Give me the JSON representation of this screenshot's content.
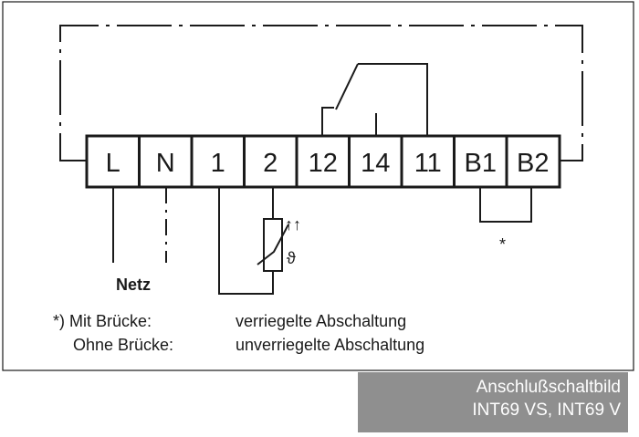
{
  "terminals": [
    {
      "id": "L",
      "label": "L"
    },
    {
      "id": "N",
      "label": "N"
    },
    {
      "id": "1",
      "label": "1"
    },
    {
      "id": "2",
      "label": "2"
    },
    {
      "id": "12",
      "label": "12"
    },
    {
      "id": "14",
      "label": "14"
    },
    {
      "id": "11",
      "label": "11"
    },
    {
      "id": "B1",
      "label": "B1"
    },
    {
      "id": "B2",
      "label": "B2"
    }
  ],
  "labels": {
    "netz": "Netz",
    "bridge_marker": "*",
    "sensor_symbol": "ϑ",
    "sensor_arrows": "↑↑"
  },
  "notes": {
    "with_bridge_prefix": "*) Mit Brücke:",
    "with_bridge_text": "verriegelte Abschaltung",
    "without_bridge_prefix": "Ohne Brücke:",
    "without_bridge_text": "unverriegelte Abschaltung"
  },
  "caption": {
    "line1": "Anschlußschaltbild",
    "line2": "INT69 VS, INT69 V"
  },
  "colors": {
    "line": "#1a1a1a",
    "caption_bg": "#8f8f8f",
    "caption_text": "#ffffff"
  }
}
